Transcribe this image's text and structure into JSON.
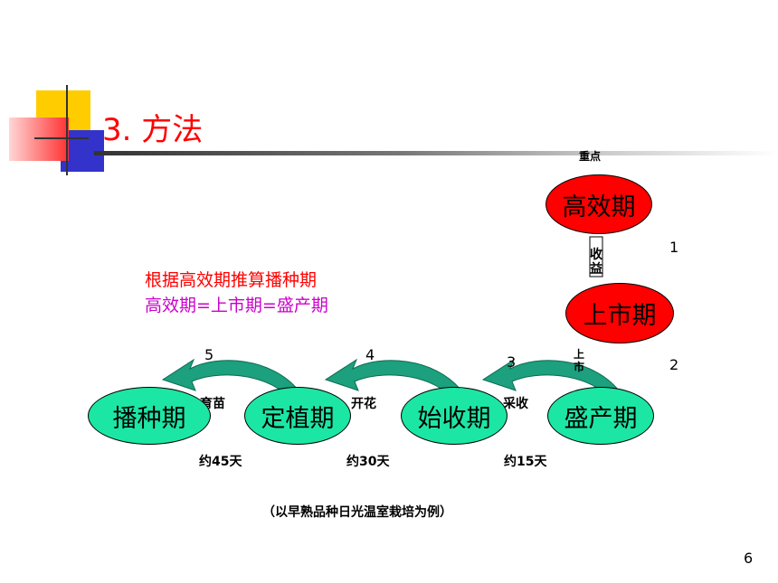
{
  "title": "3. 方法",
  "note_top": "重点",
  "top_ovals": [
    "高效期",
    "上市期"
  ],
  "top_arrow_label": "收益",
  "side_numbers": [
    "1",
    "2"
  ],
  "instruction_line1": "根据高效期推算播种期",
  "instruction_line2": "高效期=上市期=盛产期",
  "stages": [
    "播种期",
    "定植期",
    "始收期",
    "盛产期"
  ],
  "step_numbers": [
    "5",
    "4",
    "3"
  ],
  "arrow_labels": [
    "育苗",
    "开花",
    "采收"
  ],
  "vertical_label": "上市",
  "durations": [
    "约45天",
    "约30天",
    "约15天"
  ],
  "caption": "（以早熟品种日光温室栽培为例）",
  "page_number": "6",
  "colors": {
    "title": "#ff0000",
    "instruction1": "#ff0000",
    "instruction2": "#cc00cc",
    "oval_red": "#ff0000",
    "oval_green": "#1ce6a4",
    "arrow": "#1ca07e"
  }
}
